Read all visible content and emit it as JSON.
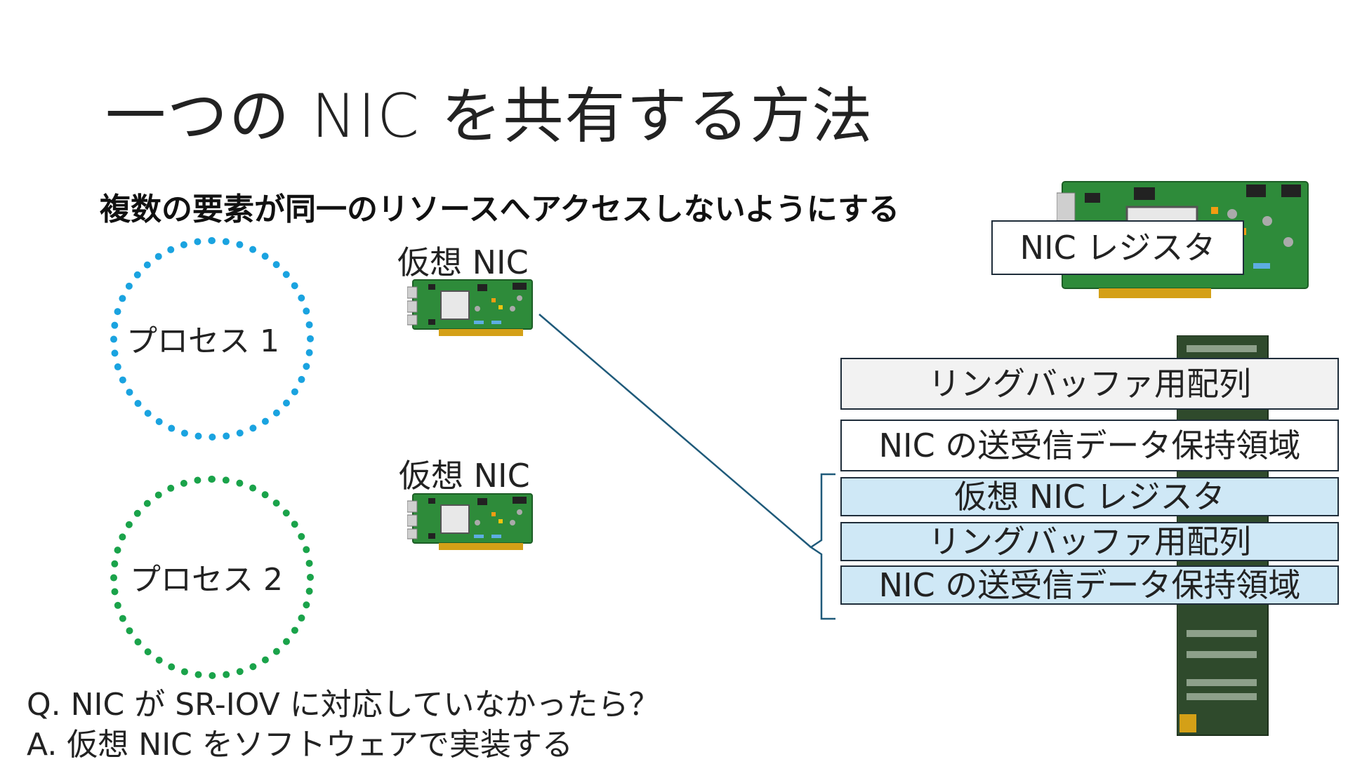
{
  "slide": {
    "title": "一つの NIC を共有する方法",
    "subtitle": "複数の要素が同一のリソースへアクセスしないようにする",
    "processes": [
      {
        "label": "プロセス 1",
        "color": "#1aa3e0"
      },
      {
        "label": "プロセス 2",
        "color": "#1aa34a"
      }
    ],
    "virtual_nics": [
      {
        "label": "仮想 NIC"
      },
      {
        "label": "仮想 NIC"
      }
    ],
    "nic_register_label": "NIC レジスタ",
    "memory_regions": [
      {
        "label": "リングバッファ用配列",
        "style": "gray"
      },
      {
        "label": "NIC の送受信データ保持領域",
        "style": "white"
      },
      {
        "label": "仮想 NIC レジスタ",
        "style": "blue"
      },
      {
        "label": "リングバッファ用配列",
        "style": "blue"
      },
      {
        "label": "NIC の送受信データ保持領域",
        "style": "blue"
      }
    ],
    "qa": {
      "question": "Q. NIC が SR-IOV に対応していなかったら？",
      "answer": "A. 仮想 NIC をソフトウェアで実装する"
    },
    "colors": {
      "connector_line": "#1f5a7a",
      "board_green": "#2e8b3a",
      "memory_dark": "#2f4a2c"
    }
  }
}
